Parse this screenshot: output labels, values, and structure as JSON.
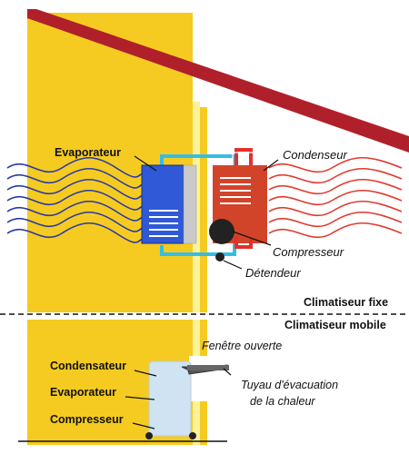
{
  "colors": {
    "wall": "#f5cb21",
    "wall_light": "#fbf29a",
    "roof": "#b0202b",
    "cold_air": "#2838a8",
    "hot_air": "#e03a2e",
    "evaporator_fill": "#2f59d6",
    "condenser_fill": "#d2442a",
    "pipe_cyan": "#35bde6",
    "pipe_red": "#e2302a",
    "mobile_unit": "#cfe3f3",
    "dark": "#222222"
  },
  "labels": {
    "evaporateur": "Evaporateur",
    "condenseur": "Condenseur",
    "compresseur": "Compresseur",
    "detendeur": "Détendeur",
    "climatiseur_fixe": "Climatiseur fixe",
    "climatiseur_mobile": "Climatiseur mobile",
    "fenetre_ouverte": "Fenêtre ouverte",
    "tuyau_line1": "Tuyau d'évacuation",
    "tuyau_line2": "de la chaleur",
    "condensateur": "Condensateur",
    "evaporateur_mobile": "Evaporateur",
    "compresseur_mobile": "Compresseur"
  }
}
